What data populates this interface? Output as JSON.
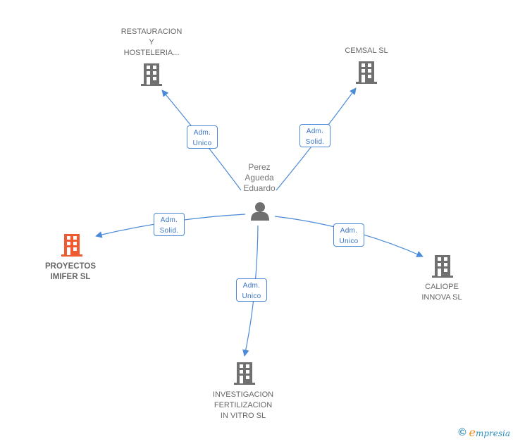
{
  "colors": {
    "edge": "#4a8ad8",
    "building_default": "#707070",
    "building_main": "#f05a30",
    "person": "#707070",
    "label_text": "#666666"
  },
  "center": {
    "name": "Perez\nAgueda\nEduardo",
    "icon": "person-icon"
  },
  "companies": [
    {
      "id": "restauracion",
      "name": "RESTAURACION\nY\nHOSTELERIA...",
      "icon": "building-icon",
      "main": false
    },
    {
      "id": "cemsal",
      "name": "CEMSAL SL",
      "icon": "building-icon",
      "main": false
    },
    {
      "id": "proyectos",
      "name": "PROYECTOS\nIMIFER SL",
      "icon": "building-icon",
      "main": true
    },
    {
      "id": "caliope",
      "name": "CALIOPE\nINNOVA SL",
      "icon": "building-icon",
      "main": false
    },
    {
      "id": "investigacion",
      "name": "INVESTIGACION\nFERTILIZACION\nIN VITRO SL",
      "icon": "building-icon",
      "main": false
    }
  ],
  "relations": [
    {
      "to": "restauracion",
      "label": "Adm.\nUnico"
    },
    {
      "to": "cemsal",
      "label": "Adm.\nSolid."
    },
    {
      "to": "proyectos",
      "label": "Adm.\nSolid."
    },
    {
      "to": "caliope",
      "label": "Adm.\nUnico"
    },
    {
      "to": "investigacion",
      "label": "Adm.\nUnico"
    }
  ],
  "footer": {
    "copyright_symbol": "©",
    "brand_initial": "e",
    "brand_rest": "mpresia"
  }
}
